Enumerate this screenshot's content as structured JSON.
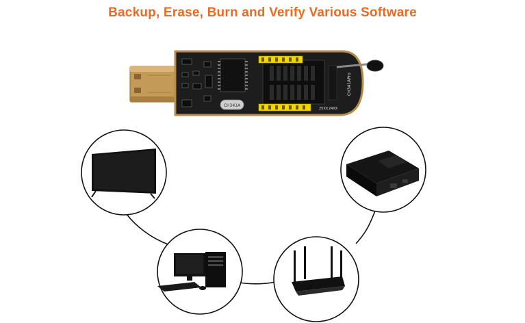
{
  "headline": "Backup, Erase, Burn and Verify Various Software",
  "colors": {
    "headline": "#ee6a1e",
    "pcb": "#1d1d1d",
    "pcb_edge": "#b88b4c",
    "usb_plug": "#c49a57",
    "pin_header": "#f2d600",
    "circle_border": "#111111",
    "connector_line": "#111111"
  },
  "programmer": {
    "chip_label": "CH341A",
    "module_label": "CH341APro",
    "slot_labels": [
      "25XX",
      "24XX"
    ]
  },
  "devices": [
    {
      "name": "television",
      "icon": "tv-icon"
    },
    {
      "name": "tv-box",
      "icon": "set-top-box-icon"
    },
    {
      "name": "desktop-computer",
      "icon": "desktop-computer-icon"
    },
    {
      "name": "router",
      "icon": "wifi-router-icon"
    }
  ]
}
